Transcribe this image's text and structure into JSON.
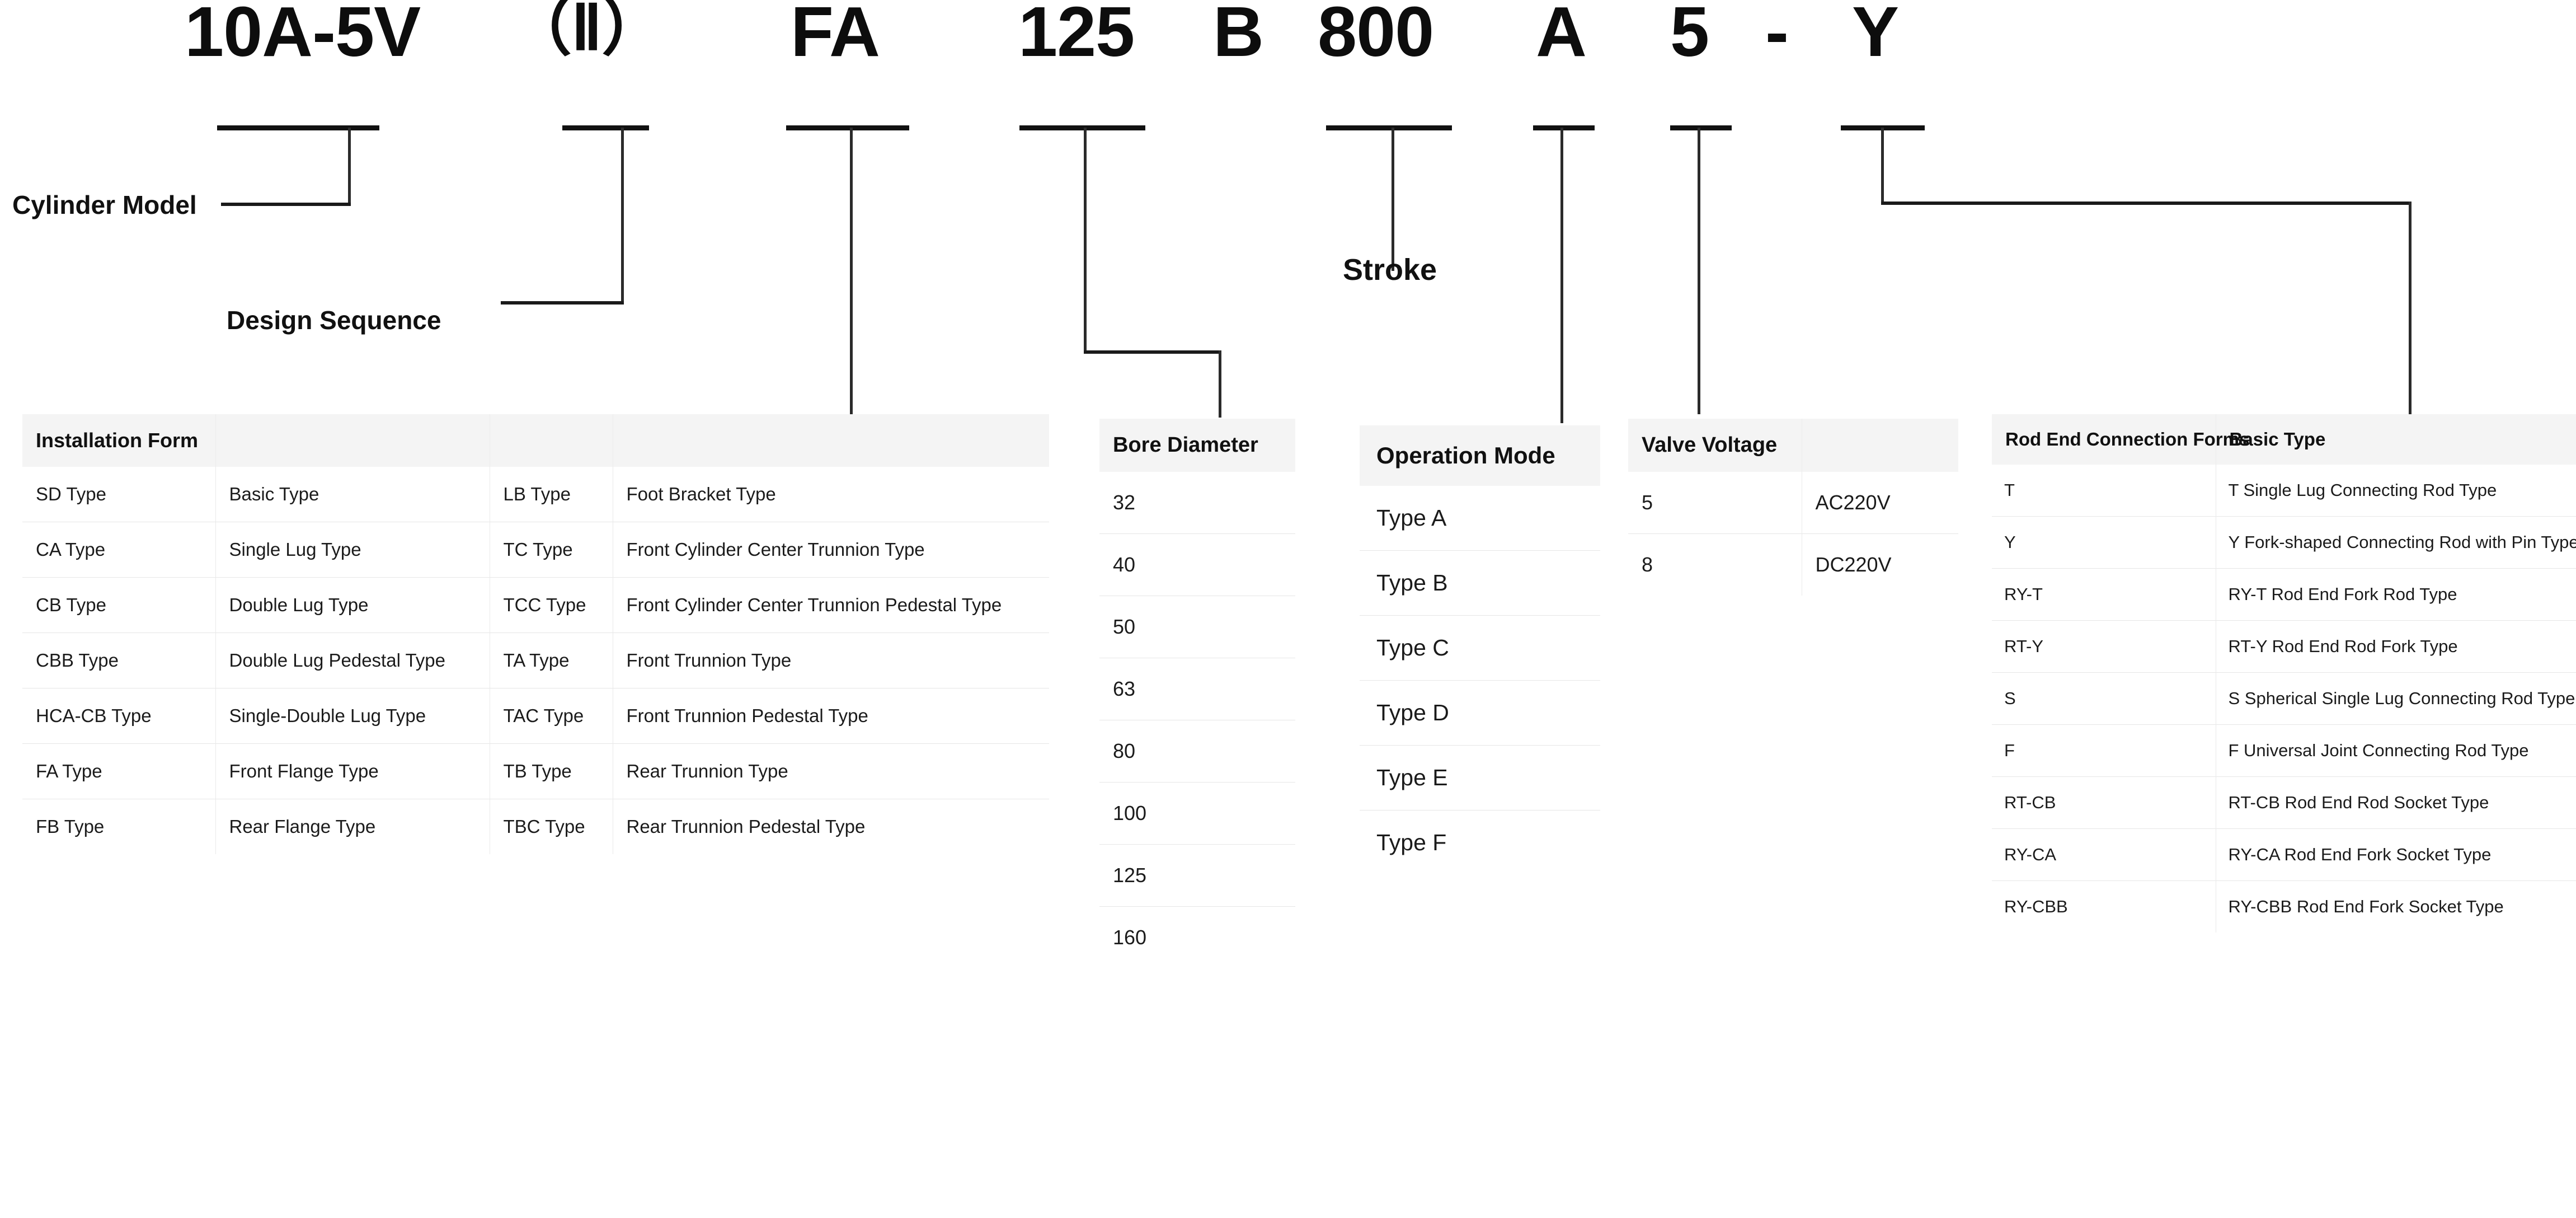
{
  "model_code": {
    "segments": [
      {
        "text": "10A-5V"
      },
      {
        "text": "（Ⅱ）"
      },
      {
        "text": "FA"
      },
      {
        "text": "125"
      },
      {
        "text": "B"
      },
      {
        "text": "800"
      },
      {
        "text": "A"
      },
      {
        "text": "5"
      },
      {
        "text": "-"
      },
      {
        "text": "Y"
      }
    ]
  },
  "callouts": {
    "cylinder_model": "Cylinder Model",
    "design_sequence": "Design Sequence",
    "stroke": "Stroke"
  },
  "tables": {
    "installation_form": {
      "headers": [
        "Installation Form",
        "",
        "",
        ""
      ],
      "rows": [
        [
          "SD Type",
          "Basic Type",
          "LB Type",
          "Foot Bracket Type"
        ],
        [
          "CA Type",
          "Single Lug Type",
          "TC Type",
          "Front Cylinder Center Trunnion Type"
        ],
        [
          "CB Type",
          "Double Lug Type",
          "TCC Type",
          "Front Cylinder Center Trunnion Pedestal Type"
        ],
        [
          "CBB Type",
          "Double Lug Pedestal Type",
          "TA Type",
          "Front Trunnion Type"
        ],
        [
          "HCA-CB Type",
          "Single-Double Lug Type",
          "TAC Type",
          "Front Trunnion Pedestal Type"
        ],
        [
          "FA Type",
          "Front Flange Type",
          "TB Type",
          "Rear Trunnion Type"
        ],
        [
          "FB Type",
          "Rear Flange Type",
          "TBC Type",
          "Rear Trunnion Pedestal Type"
        ]
      ]
    },
    "bore_diameter": {
      "headers": [
        "Bore Diameter"
      ],
      "rows": [
        [
          "32"
        ],
        [
          "40"
        ],
        [
          "50"
        ],
        [
          "63"
        ],
        [
          "80"
        ],
        [
          "100"
        ],
        [
          "125"
        ],
        [
          "160"
        ]
      ]
    },
    "operation_mode": {
      "headers": [
        "Operation Mode"
      ],
      "rows": [
        [
          "Type A"
        ],
        [
          "Type B"
        ],
        [
          "Type C"
        ],
        [
          "Type D"
        ],
        [
          "Type E"
        ],
        [
          "Type F"
        ]
      ]
    },
    "valve_voltage": {
      "headers": [
        "Valve Voltage",
        ""
      ],
      "rows": [
        [
          "5",
          "AC220V"
        ],
        [
          "8",
          "DC220V"
        ]
      ]
    },
    "rod_end_connection": {
      "headers": [
        "Rod End Connection Forms",
        "Basic Type"
      ],
      "rows": [
        [
          "T",
          "T Single Lug Connecting Rod Type"
        ],
        [
          "Y",
          "Y Fork-shaped Connecting Rod with Pin Type"
        ],
        [
          "RY-T",
          "RY-T Rod End Fork Rod Type"
        ],
        [
          "RT-Y",
          "RT-Y Rod End Rod Fork Type"
        ],
        [
          "S",
          "S Spherical Single Lug Connecting Rod Type"
        ],
        [
          "F",
          "F Universal Joint Connecting Rod Type"
        ],
        [
          "RT-CB",
          "RT-CB Rod End Rod Socket Type"
        ],
        [
          "RY-CA",
          "RY-CA Rod End Fork Socket Type"
        ],
        [
          "RY-CBB",
          "RY-CBB Rod End Fork Socket Type"
        ]
      ]
    }
  },
  "colors": {
    "header_bg": "#f4f4f4",
    "line": "#111111",
    "row_border": "#e6e6e6"
  }
}
